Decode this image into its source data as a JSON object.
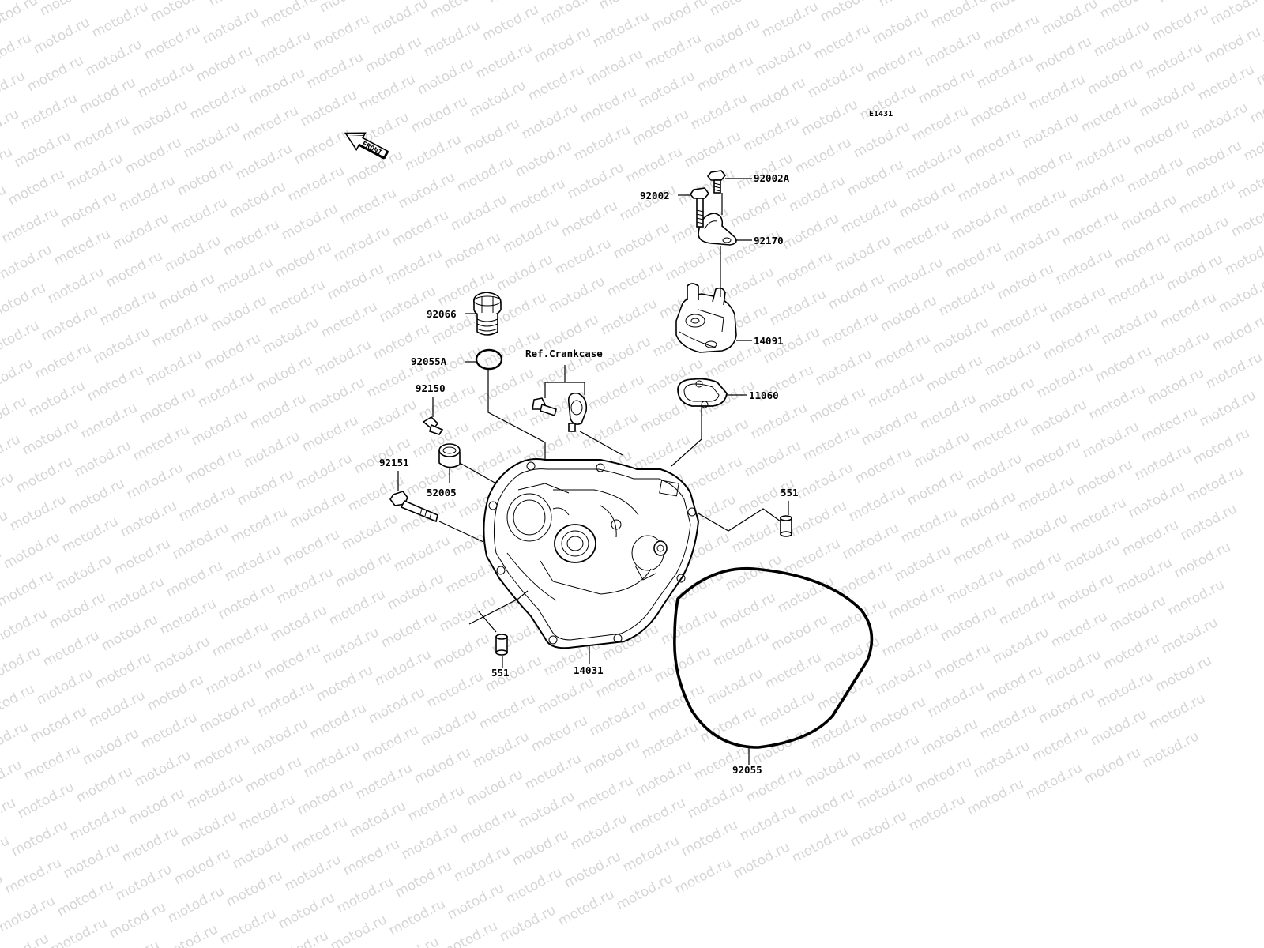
{
  "watermark": {
    "text": "motod.ru"
  },
  "diagram_code": "E1431",
  "front_arrow": {
    "text": "FRONT"
  },
  "reference": {
    "text": "Ref.Crankcase"
  },
  "parts": [
    {
      "id": "92002A"
    },
    {
      "id": "92170"
    },
    {
      "id": "92002"
    },
    {
      "id": "92066"
    },
    {
      "id": "14091"
    },
    {
      "id": "92055A"
    },
    {
      "id": "92150"
    },
    {
      "id": "11060"
    },
    {
      "id": "92151"
    },
    {
      "id": "52005"
    },
    {
      "id": "551"
    },
    {
      "id": "551"
    },
    {
      "id": "14031"
    },
    {
      "id": "92055"
    }
  ]
}
